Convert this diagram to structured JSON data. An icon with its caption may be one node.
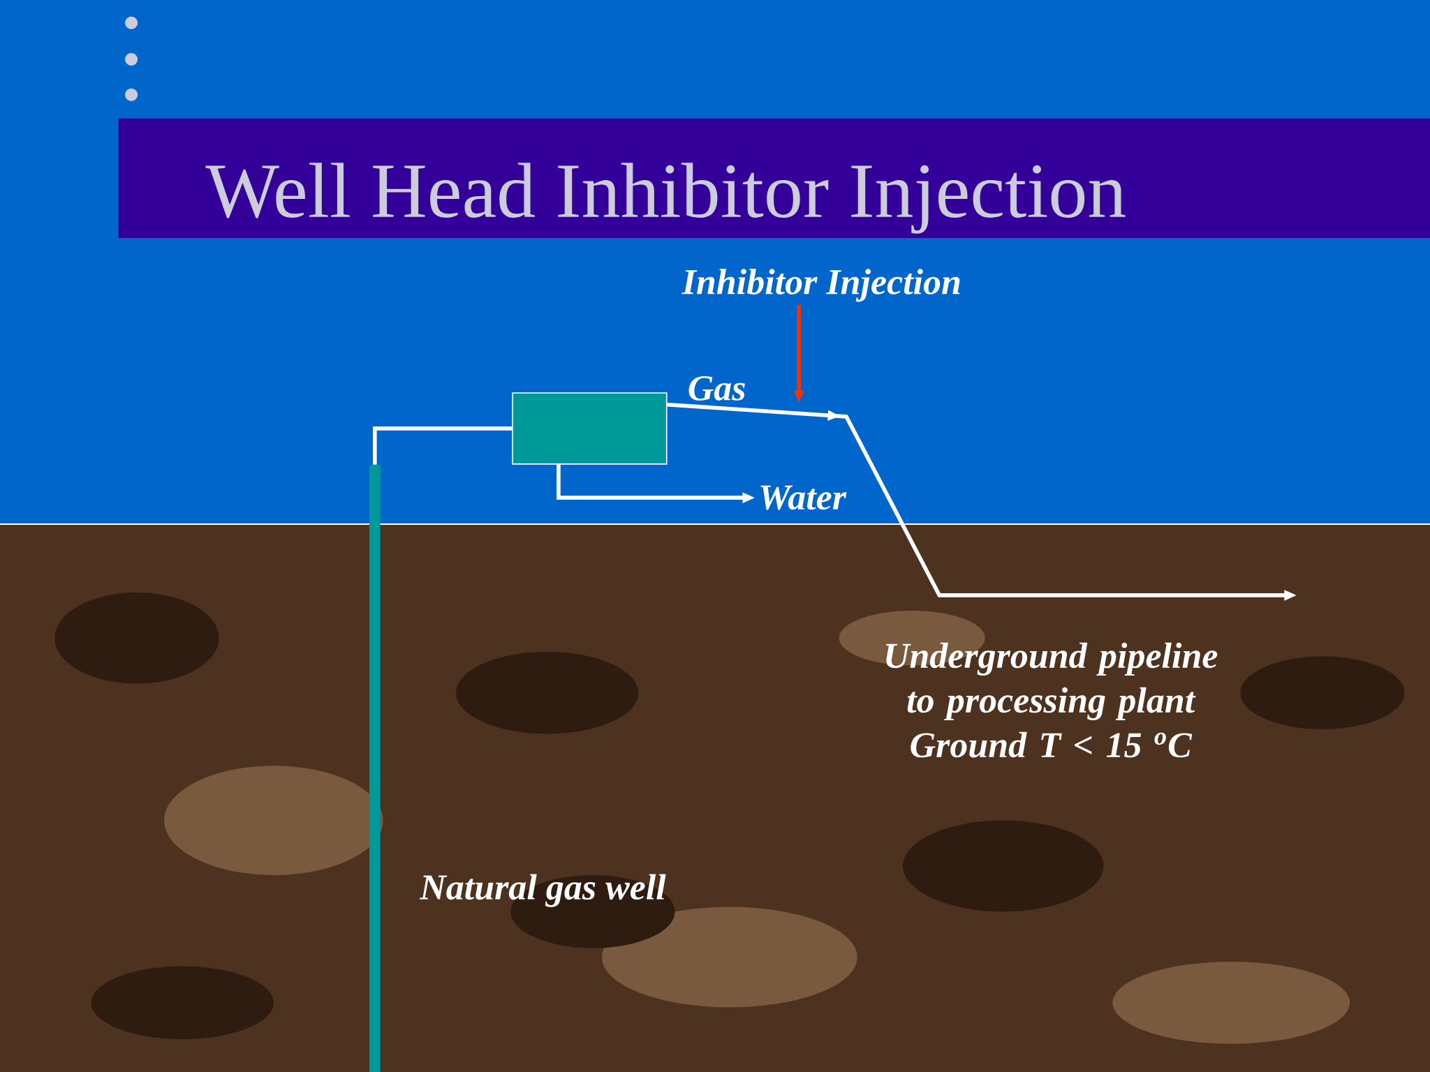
{
  "diagram": {
    "title": "Well Head Inhibitor Injection",
    "nodes": [
      {
        "text": [
          "Inhibitor Injection"
        ]
      },
      {
        "text": [],
        "shape": "box"
      },
      {
        "text": [
          "Water"
        ]
      },
      {
        "text": [],
        "shape": "bar",
        "beside": [
          "Natural gas well"
        ]
      }
    ],
    "edges": [
      {
        "from": 3,
        "to": 1,
        "arrow": "none"
      },
      {
        "from": 1,
        "to": null,
        "arrow": "to",
        "label": "Gas"
      },
      {
        "from": 1,
        "to": 2,
        "arrow": "to"
      },
      {
        "from": 0,
        "to": null,
        "arrow": "to",
        "color": "#ee3311"
      }
    ],
    "labels": [
      "Underground pipeline to processing plant Ground T < 15 $^{o}$C"
    ]
  }
}
